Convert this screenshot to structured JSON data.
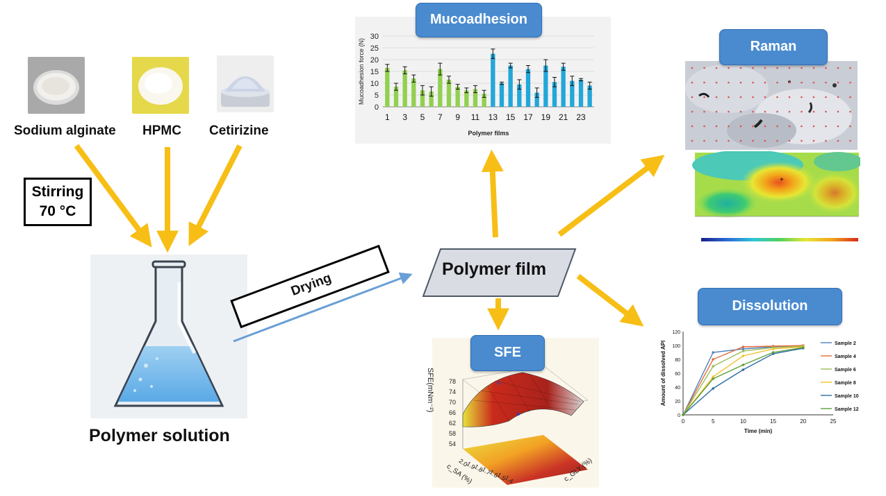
{
  "ingredients": [
    {
      "label": "Sodium alginate"
    },
    {
      "label": "HPMC"
    },
    {
      "label": "Cetirizine"
    }
  ],
  "stirring": {
    "line1": "Stirring",
    "line2": "70 °C"
  },
  "solution_label": "Polymer solution",
  "drying_label": "Drying",
  "film_label": "Polymer film",
  "mucoadhesion": {
    "title": "Mucoadhesion",
    "chart_data": {
      "type": "bar",
      "xlabel": "Polymer films",
      "ylabel": "Mucoadhesion force (N)",
      "ylim": [
        0,
        30
      ],
      "yticks": [
        "0",
        "5",
        "10",
        "15",
        "20",
        "25",
        "30"
      ],
      "xtick_labels": [
        "1",
        "3",
        "5",
        "7",
        "9",
        "11",
        "13",
        "15",
        "17",
        "19",
        "21",
        "23"
      ],
      "categories": [
        "1",
        "2",
        "3",
        "4",
        "5",
        "6",
        "7",
        "8",
        "9",
        "10",
        "11",
        "12",
        "13",
        "14",
        "15",
        "16",
        "17",
        "18",
        "19",
        "20",
        "21",
        "22",
        "23",
        "24"
      ],
      "values": [
        16.5,
        8.5,
        15.5,
        12,
        7,
        6.5,
        16,
        11.5,
        8.5,
        7,
        7.5,
        5.5,
        22.5,
        10,
        17.5,
        9.5,
        16,
        6,
        17.5,
        10.5,
        17,
        11,
        11.5,
        9
      ],
      "errors": [
        1.5,
        1.5,
        1.5,
        1.5,
        2,
        2,
        2.5,
        1.5,
        1,
        1,
        1.5,
        1.5,
        2,
        0.5,
        1,
        2,
        1.5,
        2,
        2.5,
        2,
        1.5,
        2,
        0.5,
        1.5
      ],
      "colors": {
        "group1": "#92d050",
        "group2": "#23a7d9"
      }
    }
  },
  "raman": {
    "title": "Raman"
  },
  "sfe": {
    "title": "SFE",
    "zlabel": "SFE(mNm⁻²)",
    "zticks": [
      "54",
      "58",
      "62",
      "66",
      "70",
      "74",
      "78"
    ],
    "alabel": "c_SA (%)",
    "aticks": [
      "1.4",
      "1.5",
      "1.6",
      "1.7",
      "1.8",
      "1.9",
      "2.0"
    ],
    "blabel": "c_GLY (%)"
  },
  "dissolution": {
    "title": "Dissolution",
    "chart_data": {
      "type": "line",
      "xlabel": "Time (min)",
      "ylabel": "Amount of dissolved API",
      "xlim": [
        0,
        25
      ],
      "ylim": [
        0,
        120
      ],
      "xticks": [
        0,
        5,
        10,
        15,
        20,
        25
      ],
      "yticks": [
        0,
        20,
        40,
        60,
        80,
        100,
        120
      ],
      "series": [
        {
          "name": "Sample 2",
          "color": "#4f81bd",
          "x": [
            0,
            5,
            10,
            15,
            20
          ],
          "y": [
            0,
            90,
            95,
            98,
            99
          ]
        },
        {
          "name": "Sample 4",
          "color": "#e46c3a",
          "x": [
            0,
            5,
            10,
            15,
            20
          ],
          "y": [
            0,
            80,
            98,
            99,
            100
          ]
        },
        {
          "name": "Sample 6",
          "color": "#9bbb59",
          "x": [
            0,
            5,
            10,
            15,
            20
          ],
          "y": [
            0,
            70,
            92,
            97,
            99
          ]
        },
        {
          "name": "Sample 8",
          "color": "#f2c12e",
          "x": [
            0,
            5,
            10,
            15,
            20
          ],
          "y": [
            0,
            55,
            85,
            95,
            98
          ]
        },
        {
          "name": "Sample 10",
          "color": "#2c6da4",
          "x": [
            0,
            5,
            10,
            15,
            20
          ],
          "y": [
            0,
            38,
            65,
            88,
            96
          ]
        },
        {
          "name": "Sample 12",
          "color": "#5f9f3a",
          "x": [
            0,
            5,
            10,
            15,
            20
          ],
          "y": [
            0,
            52,
            72,
            90,
            97
          ]
        }
      ]
    }
  }
}
